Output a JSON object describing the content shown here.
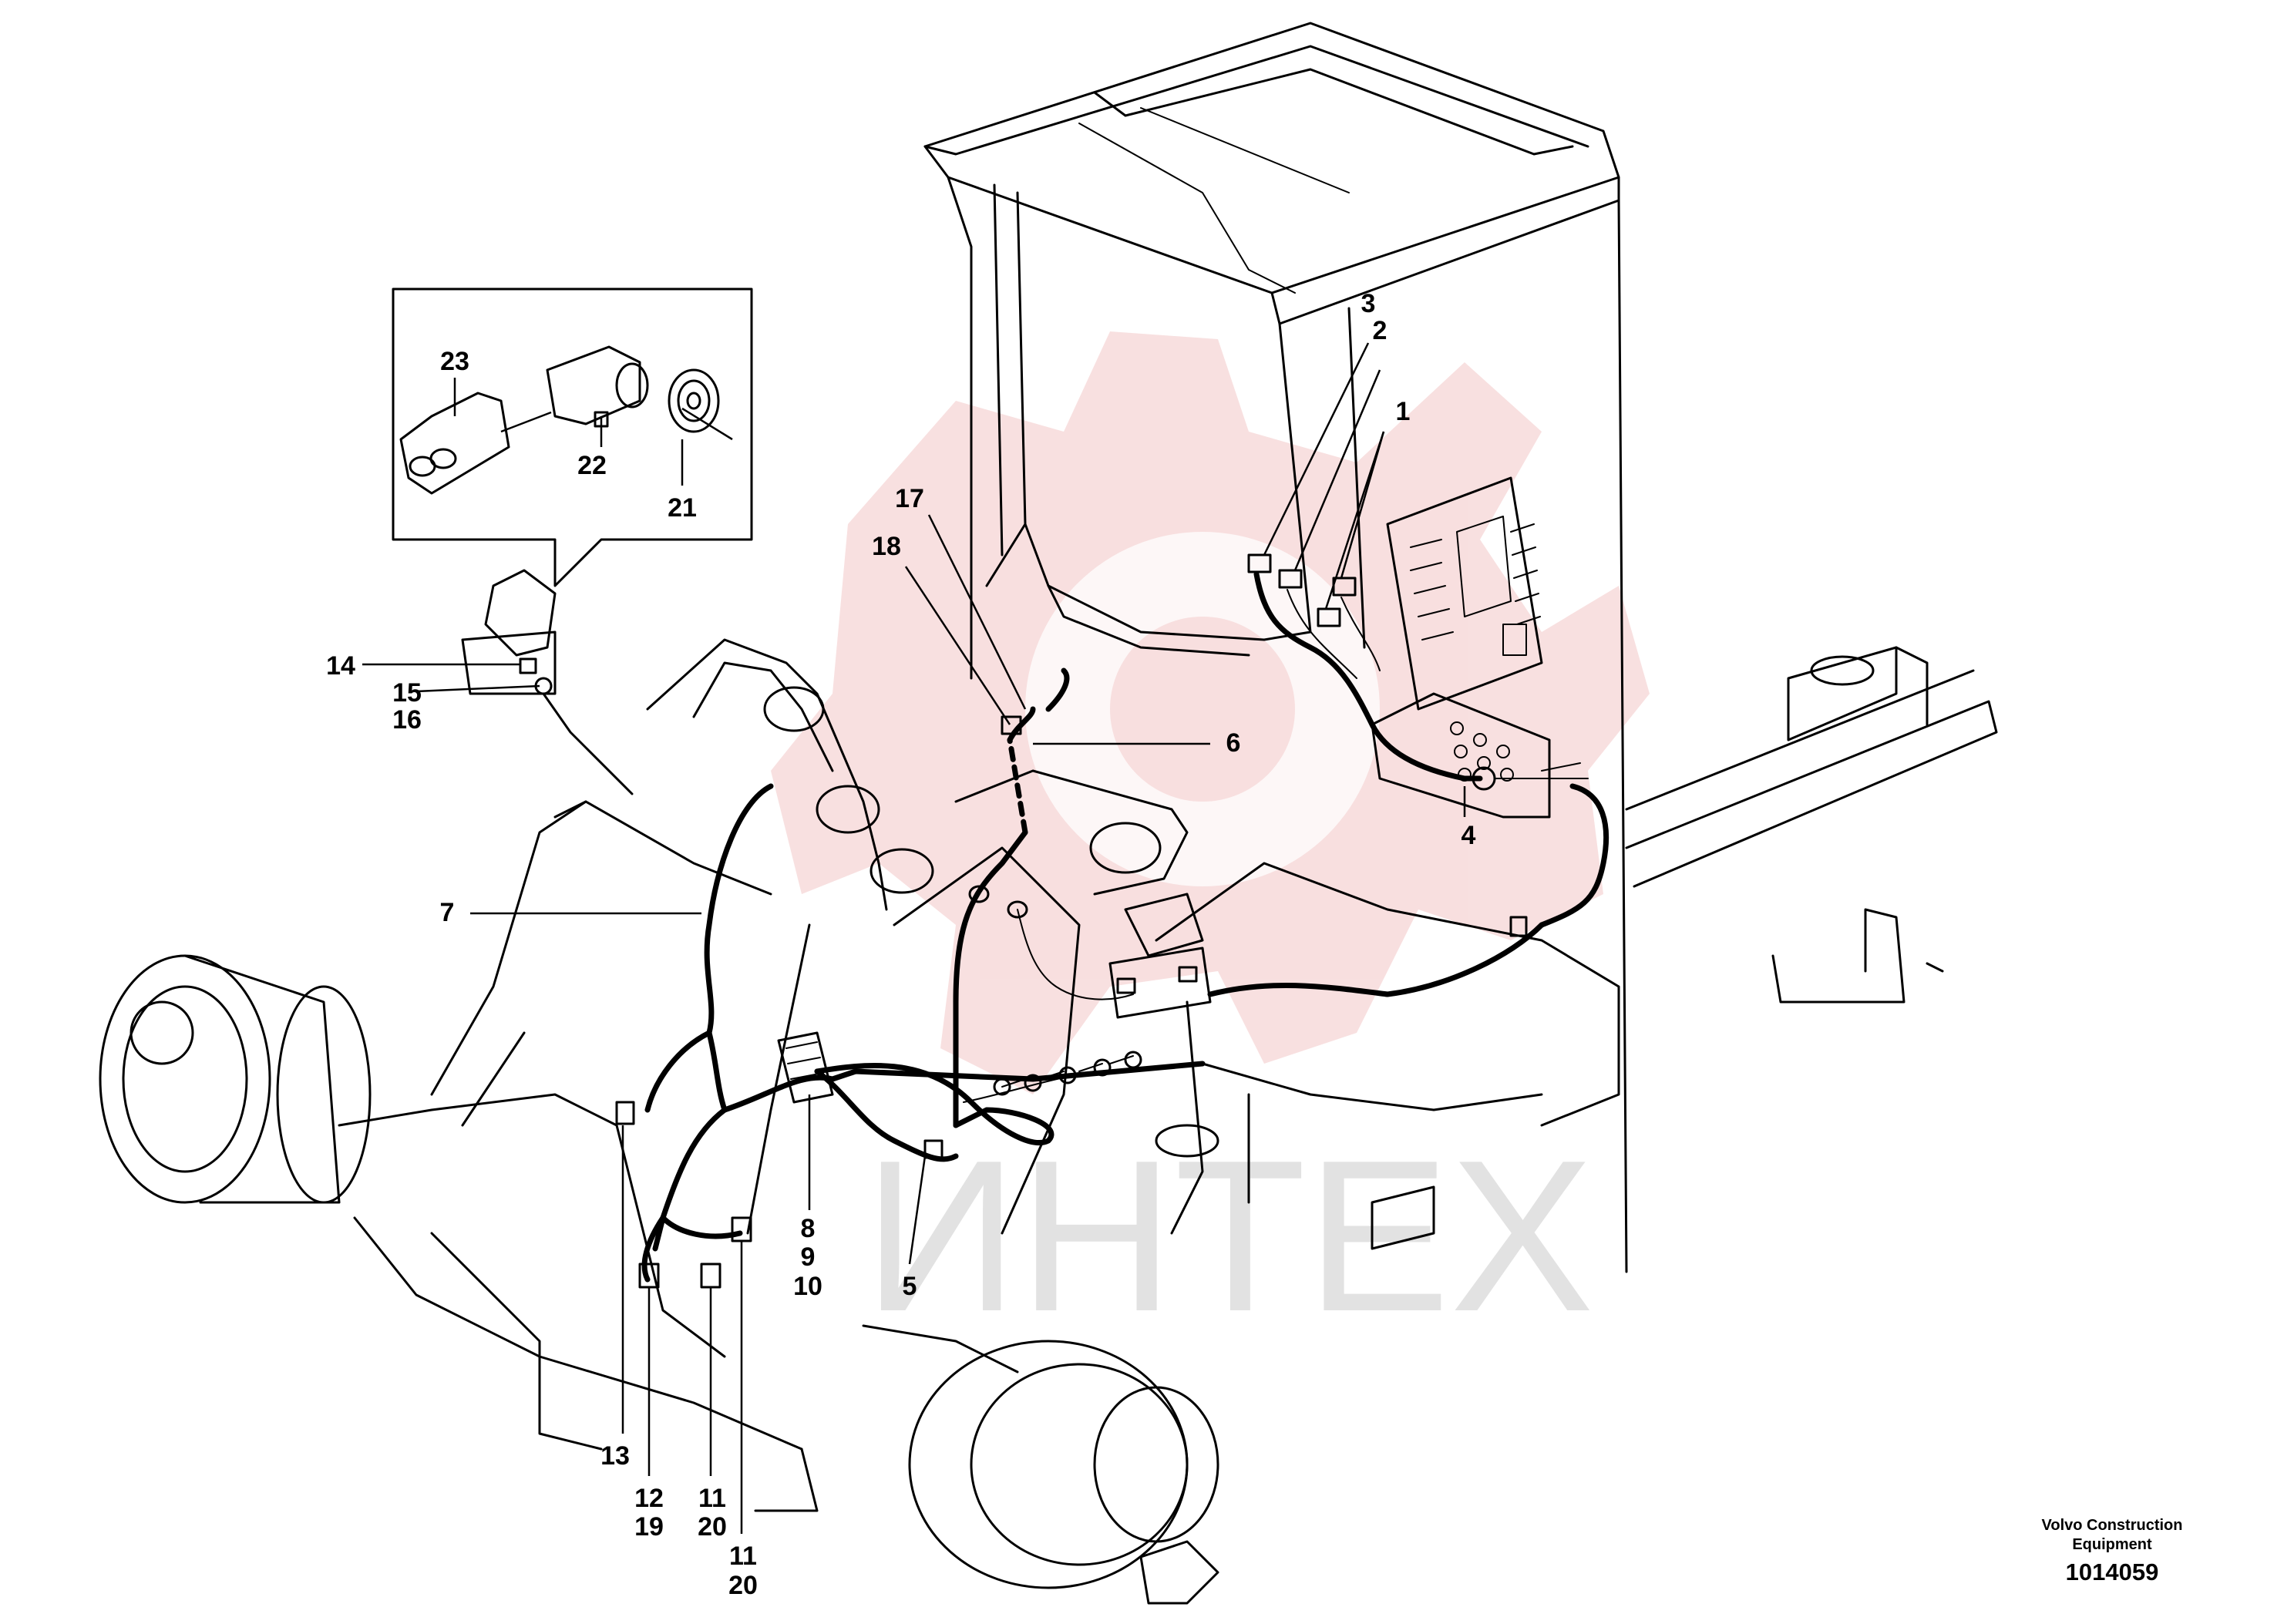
{
  "callouts": [
    {
      "id": "c1",
      "text": "1"
    },
    {
      "id": "c2",
      "text": "2"
    },
    {
      "id": "c3",
      "text": "3"
    },
    {
      "id": "c4",
      "text": "4"
    },
    {
      "id": "c5",
      "text": "5"
    },
    {
      "id": "c6",
      "text": "6"
    },
    {
      "id": "c7",
      "text": "7"
    },
    {
      "id": "c8",
      "text": "8"
    },
    {
      "id": "c9",
      "text": "9"
    },
    {
      "id": "c10",
      "text": "10"
    },
    {
      "id": "c11a",
      "text": "11"
    },
    {
      "id": "c20a",
      "text": "20"
    },
    {
      "id": "c11b",
      "text": "11"
    },
    {
      "id": "c20b",
      "text": "20"
    },
    {
      "id": "c12",
      "text": "12"
    },
    {
      "id": "c19",
      "text": "19"
    },
    {
      "id": "c13",
      "text": "13"
    },
    {
      "id": "c14",
      "text": "14"
    },
    {
      "id": "c15",
      "text": "15"
    },
    {
      "id": "c16",
      "text": "16"
    },
    {
      "id": "c17",
      "text": "17"
    },
    {
      "id": "c18",
      "text": "18"
    },
    {
      "id": "c21",
      "text": "21"
    },
    {
      "id": "c22",
      "text": "22"
    },
    {
      "id": "c23",
      "text": "23"
    }
  ],
  "credit": {
    "line1": "Volvo Construction",
    "line2": "Equipment"
  },
  "reference_number": "1014059",
  "watermark": "ИНТЕХ",
  "colors": {
    "ink": "#000000",
    "watermark_red": "#f2c4c4",
    "watermark_grey": "#cfcfcf"
  }
}
